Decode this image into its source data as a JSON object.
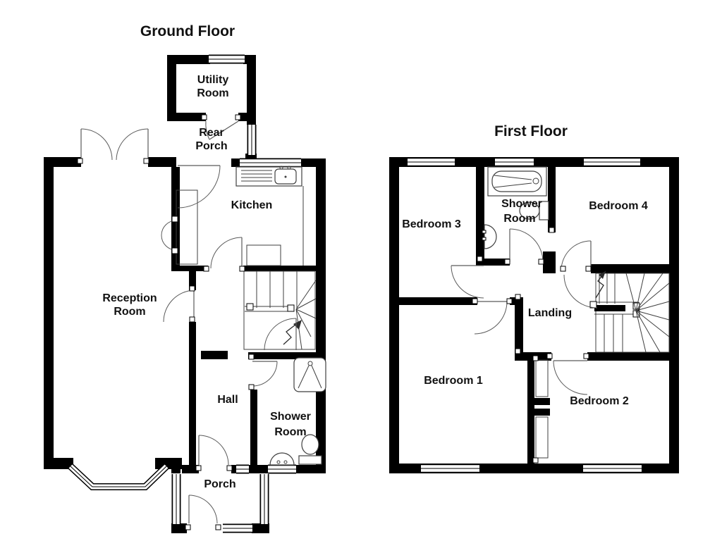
{
  "page": {
    "background": "#ffffff"
  },
  "colors": {
    "wall": "#000000",
    "line": "#3f3f3f",
    "door_arc": "#5a5a5a",
    "text": "#111111"
  },
  "ground_floor": {
    "title": "Ground Floor",
    "rooms": {
      "utility": {
        "line1": "Utility",
        "line2": "Room"
      },
      "rear_porch": {
        "line1": "Rear",
        "line2": "Porch"
      },
      "kitchen": {
        "label": "Kitchen"
      },
      "reception": {
        "line1": "Reception",
        "line2": "Room"
      },
      "hall": {
        "label": "Hall"
      },
      "shower_room": {
        "line1": "Shower",
        "line2": "Room"
      },
      "porch": {
        "label": "Porch"
      }
    }
  },
  "first_floor": {
    "title": "First Floor",
    "rooms": {
      "bedroom3": {
        "label": "Bedroom 3"
      },
      "shower_room": {
        "line1": "Shower",
        "line2": "Room"
      },
      "bedroom4": {
        "label": "Bedroom 4"
      },
      "landing": {
        "label": "Landing"
      },
      "bedroom1": {
        "label": "Bedroom 1"
      },
      "bedroom2": {
        "label": "Bedroom 2"
      }
    }
  }
}
